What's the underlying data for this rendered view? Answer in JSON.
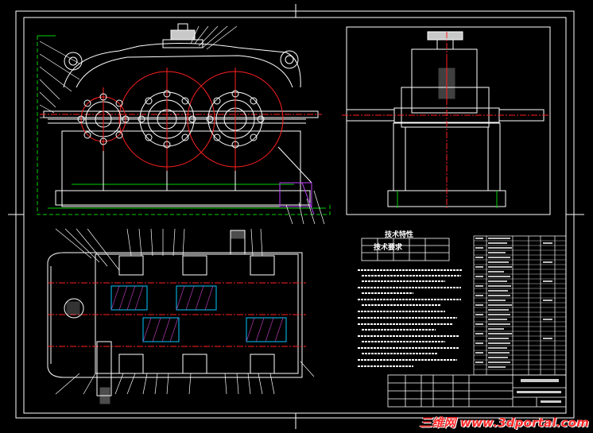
{
  "drawing": {
    "title": "Gearbox assembly drawing",
    "colors": {
      "background": "#000000",
      "frame": "#ffffff",
      "outline": "#ffffff",
      "hidden": "#00d000",
      "centerline": "#ff2020",
      "section": "#00c8ff",
      "hatch": "#d040d0",
      "dimension": "#ffff60"
    }
  },
  "titles": {
    "tech_spec": "技术特性",
    "tech_requirements": "技术要求"
  },
  "watermark": {
    "text": "三维网 www.3dportal.com"
  }
}
